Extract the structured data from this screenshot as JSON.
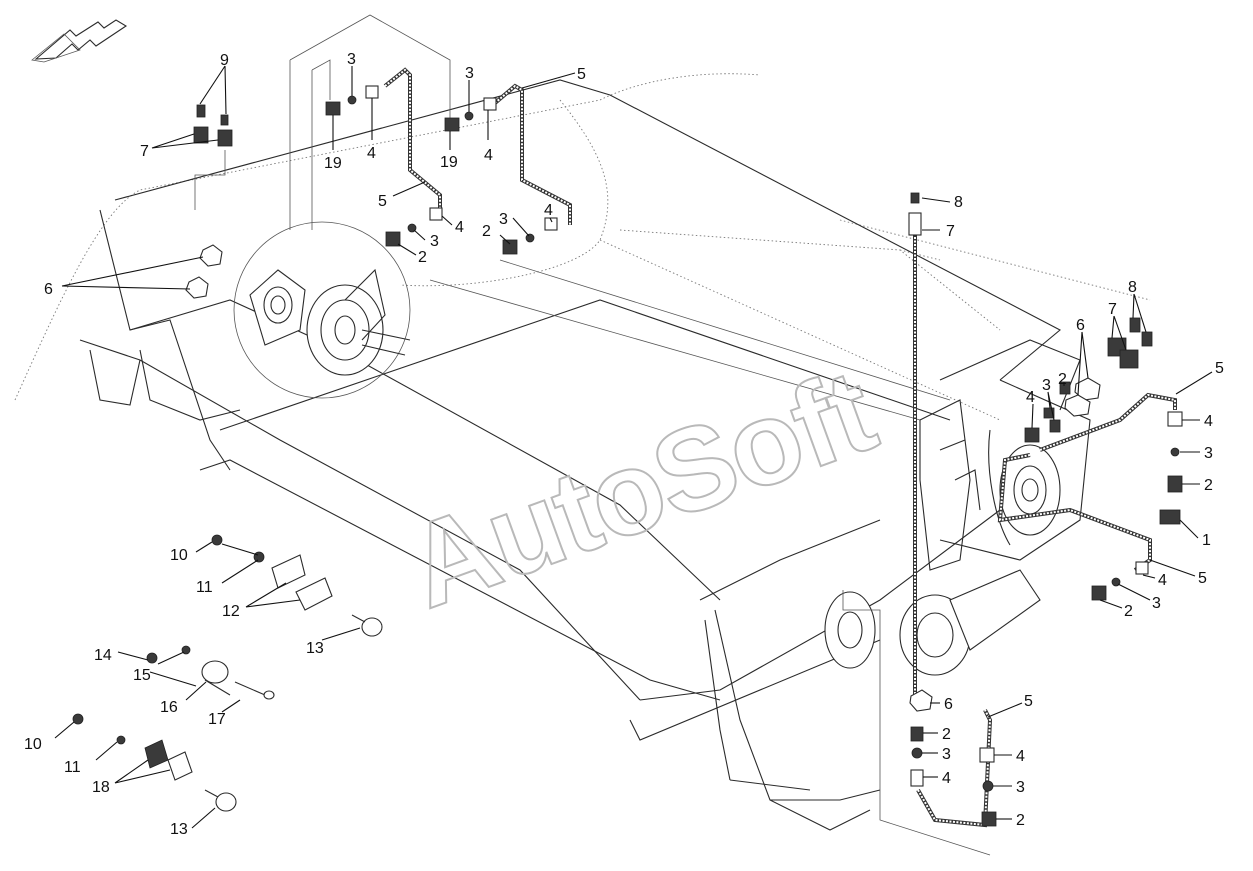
{
  "watermark": "AutoSoft",
  "callouts": {
    "c9": "9",
    "c7a": "7",
    "c6a": "6",
    "c3a": "3",
    "c19a": "19",
    "c4a": "4",
    "c3b": "3",
    "c19b": "19",
    "c4b": "4",
    "c5a": "5",
    "c5b": "5",
    "c4c": "4",
    "c3c": "3",
    "c2a": "2",
    "c3d": "3",
    "c4d": "4",
    "c2b": "2",
    "c8a": "8",
    "c7b": "7",
    "c8b": "8",
    "c7c": "7",
    "c6b": "6",
    "c3e": "3",
    "c2c": "2",
    "c4e": "4",
    "c5c": "5",
    "c4f": "4",
    "c3f": "3",
    "c2d": "2",
    "c1": "1",
    "c5d": "5",
    "c4g": "4",
    "c3g": "3",
    "c2e": "2",
    "c6c": "6",
    "c2f": "2",
    "c3h": "3",
    "c4h": "4",
    "c5e": "5",
    "c4i": "4",
    "c3i": "3",
    "c2g": "2",
    "c10a": "10",
    "c11a": "11",
    "c12": "12",
    "c13a": "13",
    "c14": "14",
    "c15": "15",
    "c16": "16",
    "c17": "17",
    "c10b": "10",
    "c11b": "11",
    "c18": "18",
    "c13b": "13"
  }
}
